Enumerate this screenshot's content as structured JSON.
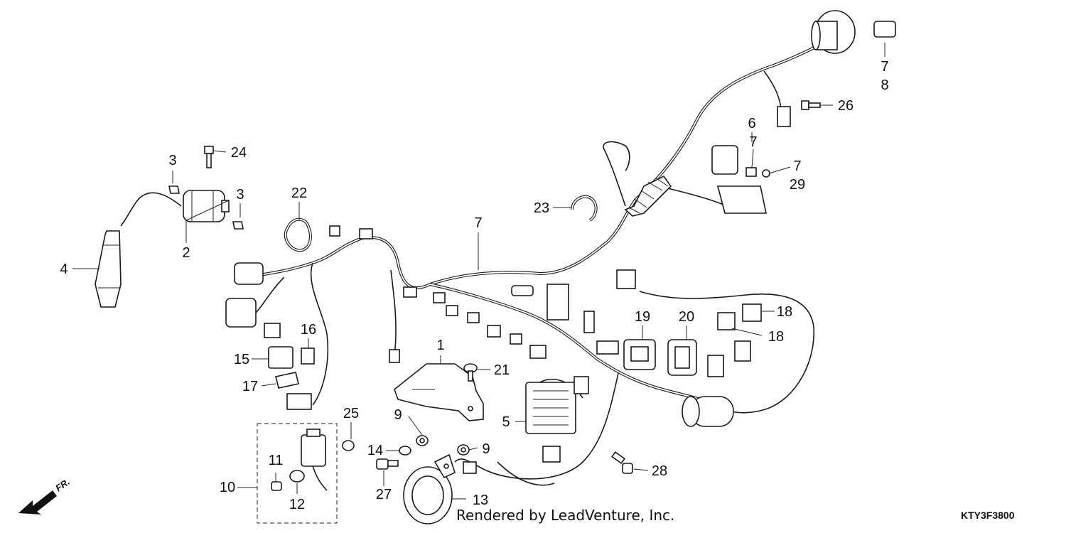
{
  "diagram": {
    "labels": [
      {
        "text": "1"
      },
      {
        "text": "2"
      },
      {
        "text": "3"
      },
      {
        "text": "3"
      },
      {
        "text": "4"
      },
      {
        "text": "5"
      },
      {
        "text": "6"
      },
      {
        "text": "7"
      },
      {
        "text": "7"
      },
      {
        "text": "7"
      },
      {
        "text": "7"
      },
      {
        "text": "8"
      },
      {
        "text": "9"
      },
      {
        "text": "9"
      },
      {
        "text": "10"
      },
      {
        "text": "11"
      },
      {
        "text": "12"
      },
      {
        "text": "13"
      },
      {
        "text": "14"
      },
      {
        "text": "15"
      },
      {
        "text": "16"
      },
      {
        "text": "17"
      },
      {
        "text": "18"
      },
      {
        "text": "18"
      },
      {
        "text": "19"
      },
      {
        "text": "20"
      },
      {
        "text": "21"
      },
      {
        "text": "22"
      },
      {
        "text": "23"
      },
      {
        "text": "24"
      },
      {
        "text": "25"
      },
      {
        "text": "26"
      },
      {
        "text": "27"
      },
      {
        "text": "28"
      },
      {
        "text": "29"
      }
    ],
    "direction_label": "FR.",
    "footer_credit": "Rendered by LeadVenture, Inc.",
    "diagram_code": "KTY3F3800"
  }
}
